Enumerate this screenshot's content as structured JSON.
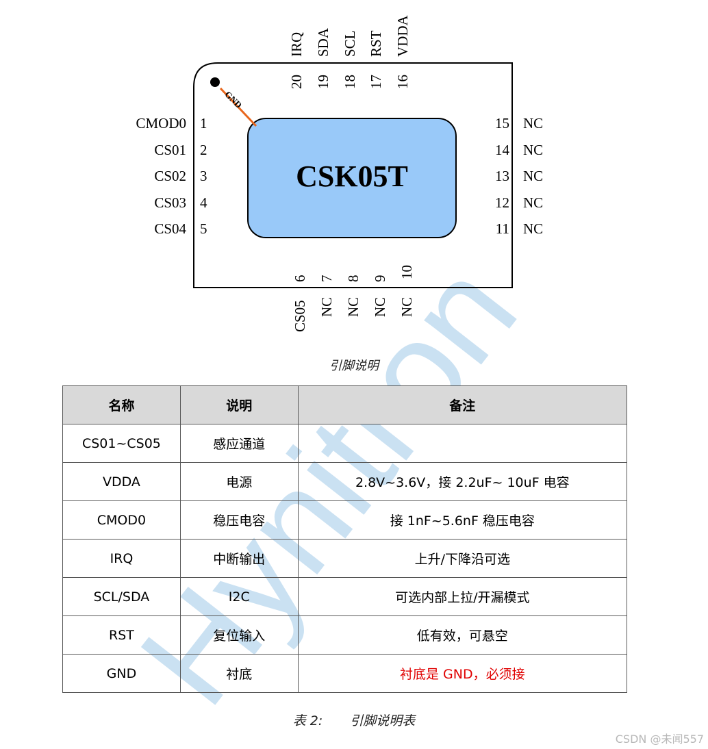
{
  "diagram": {
    "chip_name": "CSK05T",
    "gnd_label": "GND",
    "left_pins": [
      {
        "name": "CMOD0",
        "num": "1"
      },
      {
        "name": "CS01",
        "num": "2"
      },
      {
        "name": "CS02",
        "num": "3"
      },
      {
        "name": "CS03",
        "num": "4"
      },
      {
        "name": "CS04",
        "num": "5"
      }
    ],
    "right_pins": [
      {
        "name": "NC",
        "num": "15"
      },
      {
        "name": "NC",
        "num": "14"
      },
      {
        "name": "NC",
        "num": "13"
      },
      {
        "name": "NC",
        "num": "12"
      },
      {
        "name": "NC",
        "num": "11"
      }
    ],
    "top_pins": [
      {
        "name": "IRQ",
        "num": "20"
      },
      {
        "name": "SDA",
        "num": "19"
      },
      {
        "name": "SCL",
        "num": "18"
      },
      {
        "name": "RST",
        "num": "17"
      },
      {
        "name": "VDDA",
        "num": "16"
      }
    ],
    "bottom_pins": [
      {
        "name": "CS05",
        "num": "6"
      },
      {
        "name": "NC",
        "num": "7"
      },
      {
        "name": "NC",
        "num": "8"
      },
      {
        "name": "NC",
        "num": "9"
      },
      {
        "name": "NC",
        "num": "10"
      }
    ],
    "colors": {
      "pad": "#99c9f9",
      "gnd_line": "#e8661c"
    }
  },
  "figure_caption": "引脚说明",
  "table": {
    "headers": [
      "名称",
      "说明",
      "备注"
    ],
    "rows": [
      [
        "CS01~CS05",
        "感应通道",
        ""
      ],
      [
        "VDDA",
        "电源",
        "2.8V~3.6V，接 2.2uF~ 10uF 电容"
      ],
      [
        "CMOD0",
        "稳压电容",
        "接 1nF~5.6nF 稳压电容"
      ],
      [
        "IRQ",
        "中断输出",
        "上升/下降沿可选"
      ],
      [
        "SCL/SDA",
        "I2C",
        "可选内部上拉/开漏模式"
      ],
      [
        "RST",
        "复位输入",
        "低有效，可悬空"
      ],
      [
        "GND",
        "衬底",
        "衬底是 GND，必须接"
      ]
    ]
  },
  "table_caption": {
    "label": "表 2:",
    "title": "引脚说明表"
  },
  "watermark": "Hynitron",
  "credit": "CSDN @未闻557"
}
